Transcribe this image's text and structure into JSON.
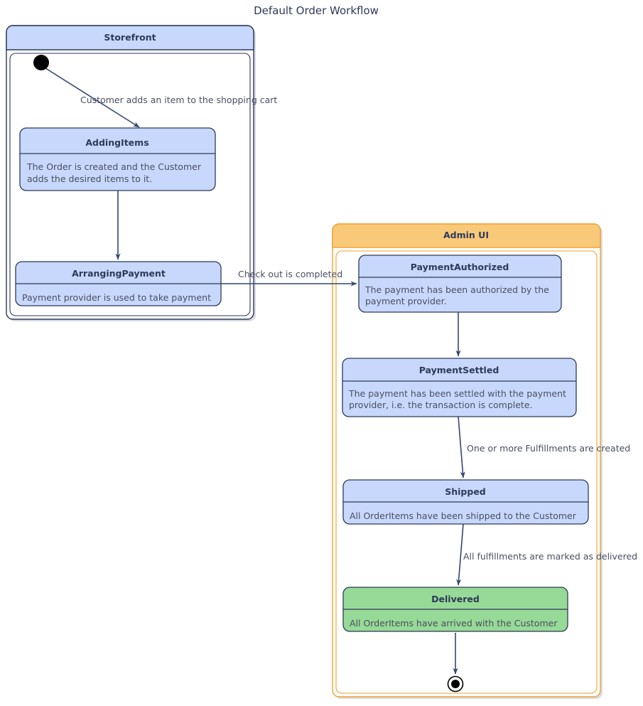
{
  "diagram": {
    "title": "Default Order Workflow",
    "type": "uml-state-diagram",
    "colors": {
      "state_blue": "#c7d8fc",
      "state_green": "#97d996",
      "storefront_header": "#c7d8fc",
      "admin_header": "#f9c97a",
      "border_navy": "#2e3a59",
      "border_orange": "#f0a22e",
      "edge": "#32486e",
      "text": "#333a56",
      "background": "#ffffff"
    }
  },
  "containers": [
    {
      "id": "storefront",
      "label": "Storefront",
      "header_color": "#c7d8fc",
      "border_color": "#2e3a59"
    },
    {
      "id": "admin-ui",
      "label": "Admin UI",
      "header_color": "#f9c97a",
      "border_color": "#f0a22e"
    }
  ],
  "states": [
    {
      "id": "adding-items",
      "name": "AddingItems",
      "description": "The Order is created and the Customer adds the desired items to it.",
      "description_lines": [
        "The Order is created and the Customer",
        "adds the desired items to it."
      ],
      "container": "storefront",
      "fill": "#c7d8fc"
    },
    {
      "id": "arranging-payment",
      "name": "ArrangingPayment",
      "description": "Payment provider is used to take payment",
      "description_lines": [
        "Payment provider is used to take payment"
      ],
      "container": "storefront",
      "fill": "#c7d8fc"
    },
    {
      "id": "payment-authorized",
      "name": "PaymentAuthorized",
      "description": "The payment has been authorized by the payment provider.",
      "description_lines": [
        "The payment has been authorized by the",
        "payment provider."
      ],
      "container": "admin-ui",
      "fill": "#c7d8fc"
    },
    {
      "id": "payment-settled",
      "name": "PaymentSettled",
      "description": "The payment has been settled with the payment provider, i.e. the transaction is complete.",
      "description_lines": [
        "The payment has been settled with the payment",
        "provider, i.e. the transaction is complete."
      ],
      "container": "admin-ui",
      "fill": "#c7d8fc"
    },
    {
      "id": "shipped",
      "name": "Shipped",
      "description": "All OrderItems have been shipped to the Customer",
      "description_lines": [
        "All OrderItems have been shipped to the Customer"
      ],
      "container": "admin-ui",
      "fill": "#c7d8fc"
    },
    {
      "id": "delivered",
      "name": "Delivered",
      "description": "All OrderItems have arrived with the Customer",
      "description_lines": [
        "All OrderItems have arrived with the Customer"
      ],
      "container": "admin-ui",
      "fill": "#97d996"
    }
  ],
  "pseudo_states": [
    {
      "id": "initial-state",
      "kind": "initial",
      "container": "storefront"
    },
    {
      "id": "final-state",
      "kind": "final",
      "container": "admin-ui"
    }
  ],
  "transitions": [
    {
      "id": "t1",
      "from": "initial-state",
      "to": "adding-items",
      "label": "Customer adds an item to the shopping cart"
    },
    {
      "id": "t2",
      "from": "adding-items",
      "to": "arranging-payment",
      "label": ""
    },
    {
      "id": "t3",
      "from": "arranging-payment",
      "to": "payment-authorized",
      "label": "Check out is completed"
    },
    {
      "id": "t4",
      "from": "payment-authorized",
      "to": "payment-settled",
      "label": ""
    },
    {
      "id": "t5",
      "from": "payment-settled",
      "to": "shipped",
      "label": "One or more Fulfillments are created"
    },
    {
      "id": "t6",
      "from": "shipped",
      "to": "delivered",
      "label": "All fulfillments are marked as delivered"
    },
    {
      "id": "t7",
      "from": "delivered",
      "to": "final-state",
      "label": ""
    }
  ]
}
